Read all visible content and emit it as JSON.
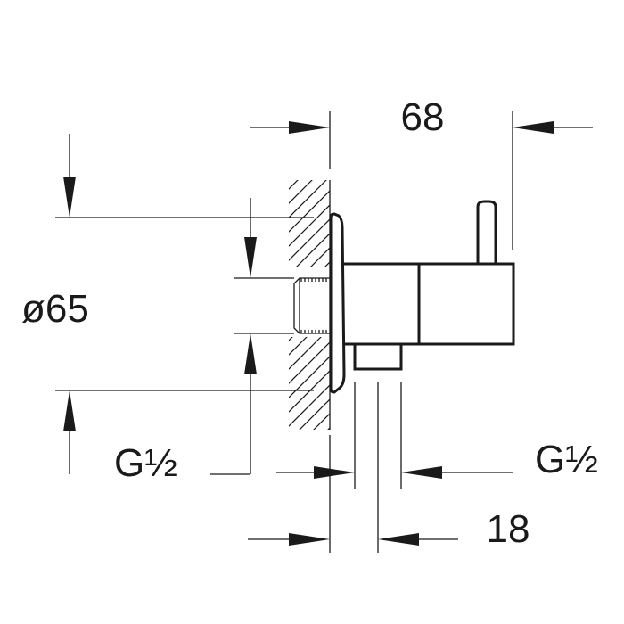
{
  "dimensions": {
    "width_total": "68",
    "diameter": "ø65",
    "thread_left": "G½",
    "thread_right": "G½",
    "outlet_offset": "18"
  },
  "colors": {
    "ink": "#1a1a1a",
    "background": "#ffffff"
  }
}
